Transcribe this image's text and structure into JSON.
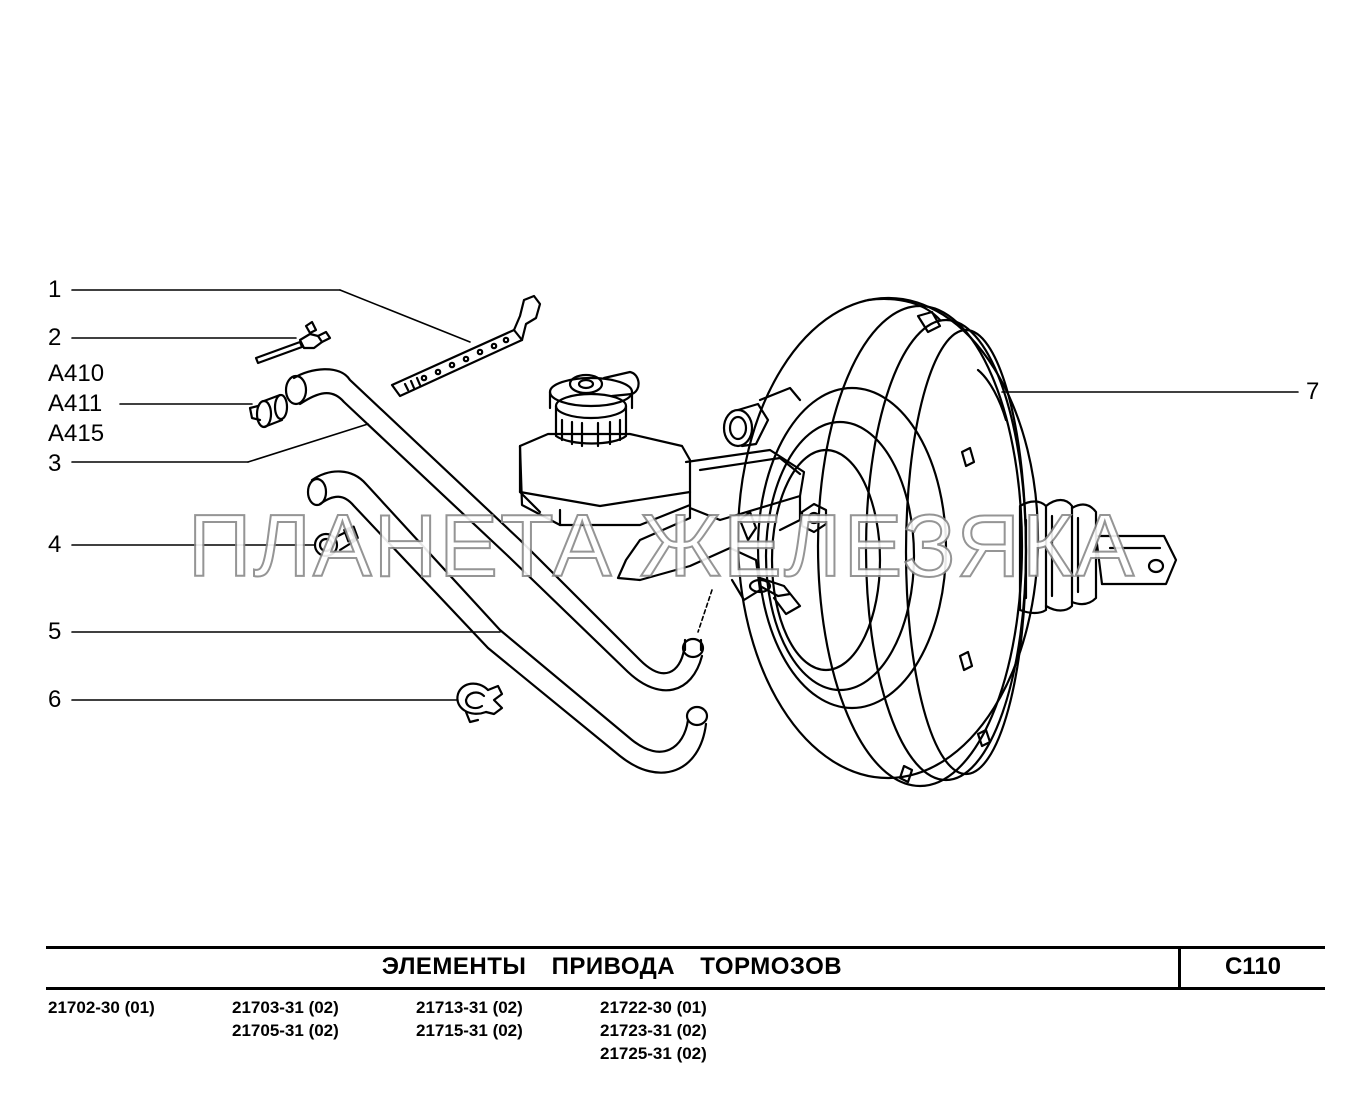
{
  "callouts": [
    {
      "id": "c1",
      "text": "1"
    },
    {
      "id": "c2",
      "text": "2"
    },
    {
      "id": "a410",
      "text": "A410"
    },
    {
      "id": "a411",
      "text": "A411"
    },
    {
      "id": "a415",
      "text": "A415"
    },
    {
      "id": "c3",
      "text": "3"
    },
    {
      "id": "c4",
      "text": "4"
    },
    {
      "id": "c5",
      "text": "5"
    },
    {
      "id": "c6",
      "text": "6"
    },
    {
      "id": "c7",
      "text": "7"
    }
  ],
  "watermark": "ПЛАНЕТА ЖЕЛЕЗЯКА",
  "title": "ЭЛЕМЕНТЫ ПРИВОДА ТОРМОЗОВ",
  "section_code": "C110",
  "models": {
    "col1": [
      "21702-30 (01)"
    ],
    "col2": [
      "21703-31 (02)",
      "21705-31 (02)"
    ],
    "col3": [
      "21713-31 (02)",
      "21715-31 (02)"
    ],
    "col4": [
      "21722-30 (01)",
      "21723-31 (02)",
      "21725-31 (02)"
    ]
  },
  "colors": {
    "line": "#000000",
    "watermark_outline": "#8a8a8a",
    "background": "#ffffff"
  }
}
